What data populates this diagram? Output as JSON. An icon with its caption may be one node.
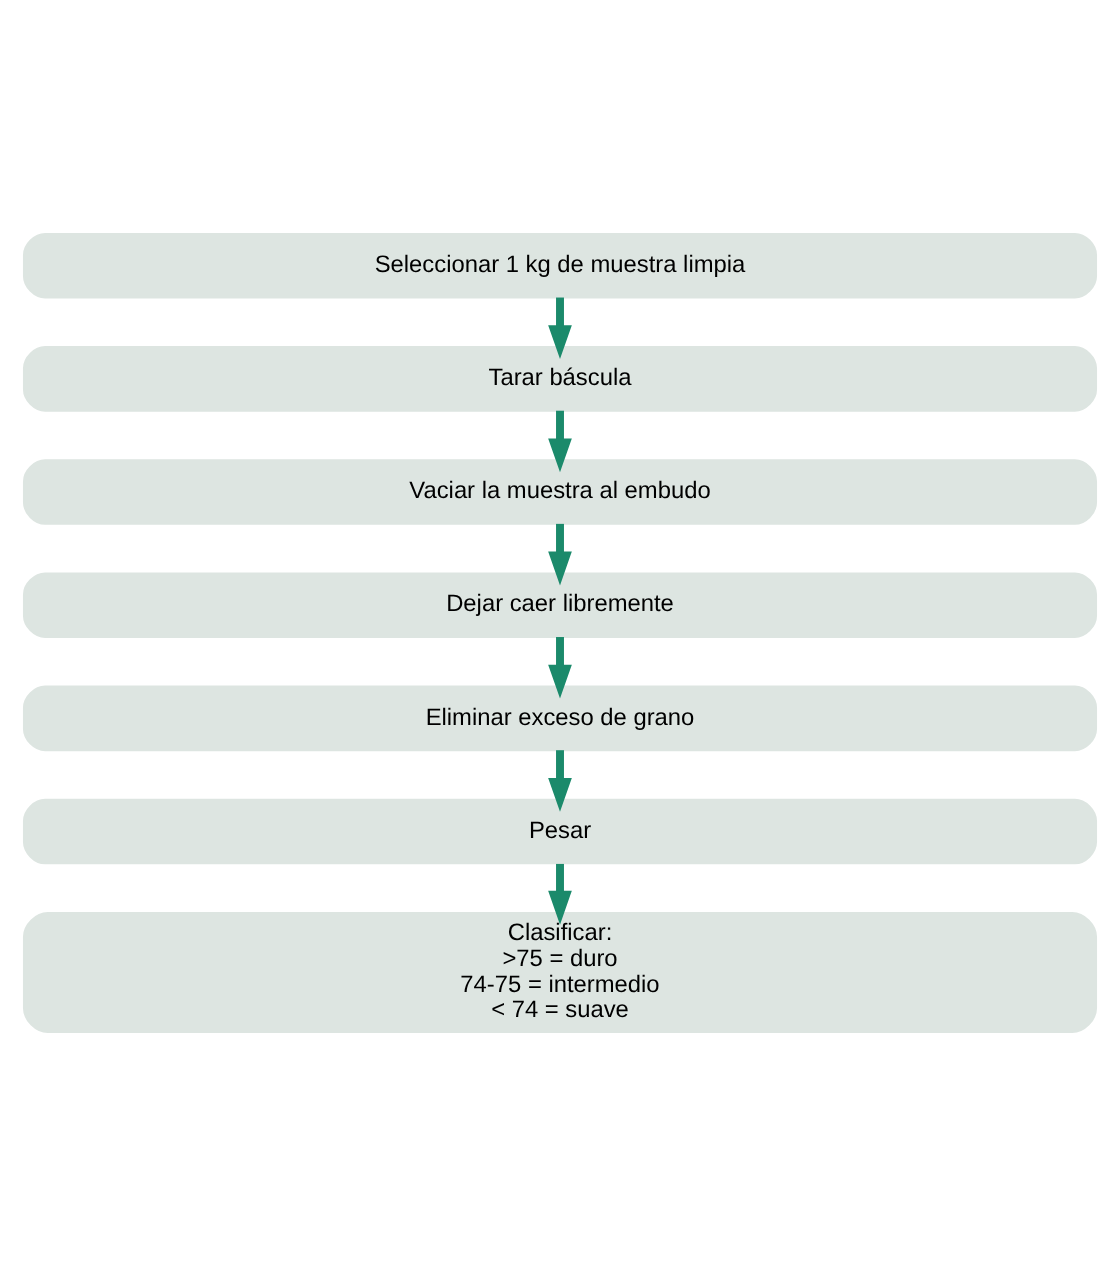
{
  "diagram": {
    "nodes": [
      {
        "text": [
          "Seleccionar 1 kg de muestra limpia"
        ]
      },
      {
        "text": [
          "Tarar báscula"
        ]
      },
      {
        "text": [
          "Vaciar la muestra al embudo"
        ]
      },
      {
        "text": [
          "Dejar caer libremente"
        ]
      },
      {
        "text": [
          "Eliminar exceso de grano"
        ]
      },
      {
        "text": [
          "Pesar"
        ]
      },
      {
        "text": [
          "Clasificar:",
          ">75 = duro",
          "74-75 = intermedio",
          "< 74 = suave"
        ]
      }
    ],
    "edges": [
      {
        "from": 0,
        "to": 1,
        "arrow": "to"
      },
      {
        "from": 1,
        "to": 2,
        "arrow": "to"
      },
      {
        "from": 2,
        "to": 3,
        "arrow": "to"
      },
      {
        "from": 3,
        "to": 4,
        "arrow": "to"
      },
      {
        "from": 4,
        "to": 5,
        "arrow": "to"
      },
      {
        "from": 5,
        "to": 6,
        "arrow": "to"
      }
    ]
  }
}
